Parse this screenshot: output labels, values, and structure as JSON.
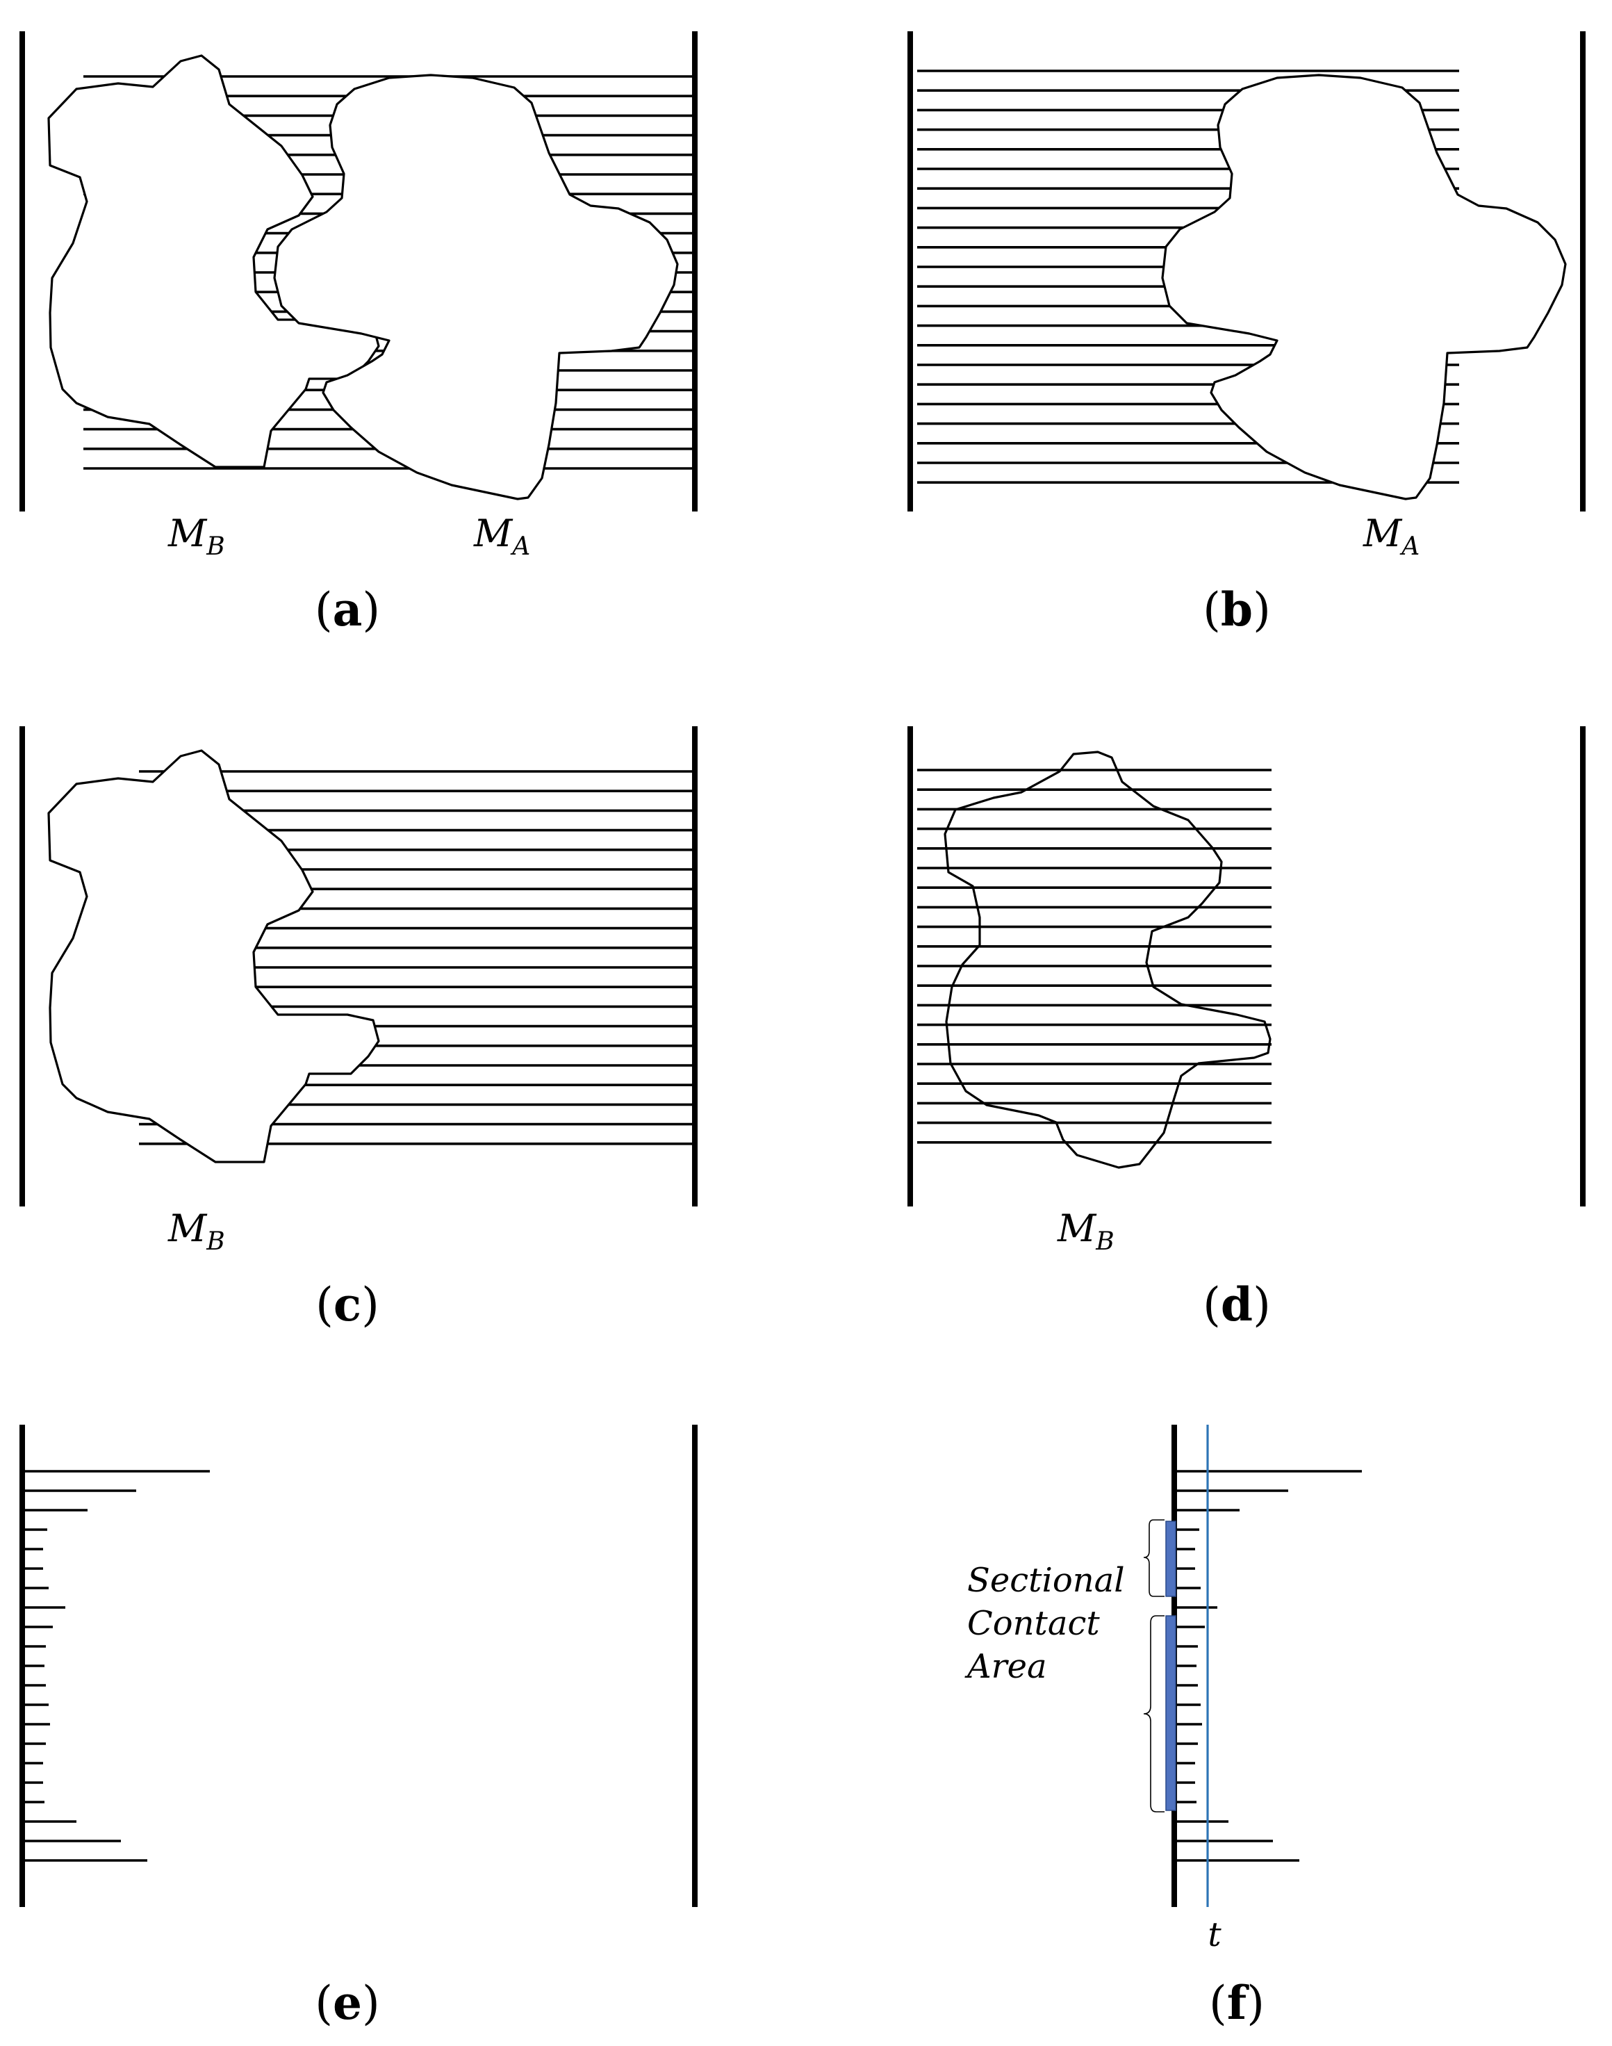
{
  "panels": {
    "a": {
      "caption_letter": "a",
      "labels": {
        "mb": "M",
        "mb_sub": "B",
        "ma": "M",
        "ma_sub": "A"
      }
    },
    "b": {
      "caption_letter": "b",
      "labels": {
        "ma": "M",
        "ma_sub": "A"
      }
    },
    "c": {
      "caption_letter": "c",
      "labels": {
        "mb": "M",
        "mb_sub": "B"
      }
    },
    "d": {
      "caption_letter": "d",
      "labels": {
        "mb": "M",
        "mb_sub": "B"
      }
    },
    "e": {
      "caption_letter": "e"
    },
    "f": {
      "caption_letter": "f",
      "annotation": [
        "Sectional",
        "Contact",
        "Area"
      ],
      "threshold_label": "t"
    }
  },
  "colors": {
    "ink": "#000000",
    "contact_bar": "#4f72bf",
    "threshold_line": "#2e75b6"
  }
}
